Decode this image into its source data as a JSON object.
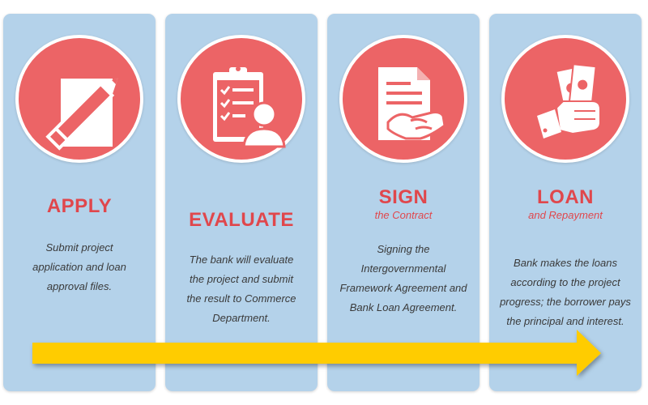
{
  "steps": [
    {
      "title": "APPLY",
      "subtitle": "",
      "icon": "pencil-paper-icon",
      "desc": [
        "Submit project",
        "application and loan",
        "approval files."
      ]
    },
    {
      "title": "EVALUATE",
      "subtitle": "",
      "icon": "clipboard-person-icon",
      "desc": [
        "The bank will evaluate",
        "the project and submit",
        "the result to Commerce",
        "Department."
      ]
    },
    {
      "title": "SIGN",
      "subtitle": "the Contract",
      "icon": "contract-handshake-icon",
      "desc": [
        "Signing the",
        "Intergovernmental",
        "Framework Agreement and",
        "Bank Loan Agreement."
      ]
    },
    {
      "title": "LOAN",
      "subtitle": "and Repayment",
      "icon": "hand-money-icon",
      "desc": [
        "Bank makes the loans",
        "according to the project",
        "progress; the borrower pays",
        "the principal and interest."
      ]
    }
  ],
  "colors": {
    "panel": "#b4d2ea",
    "circle": "#ec6466",
    "title": "#e0474c",
    "arrow": "#ffcc00"
  }
}
